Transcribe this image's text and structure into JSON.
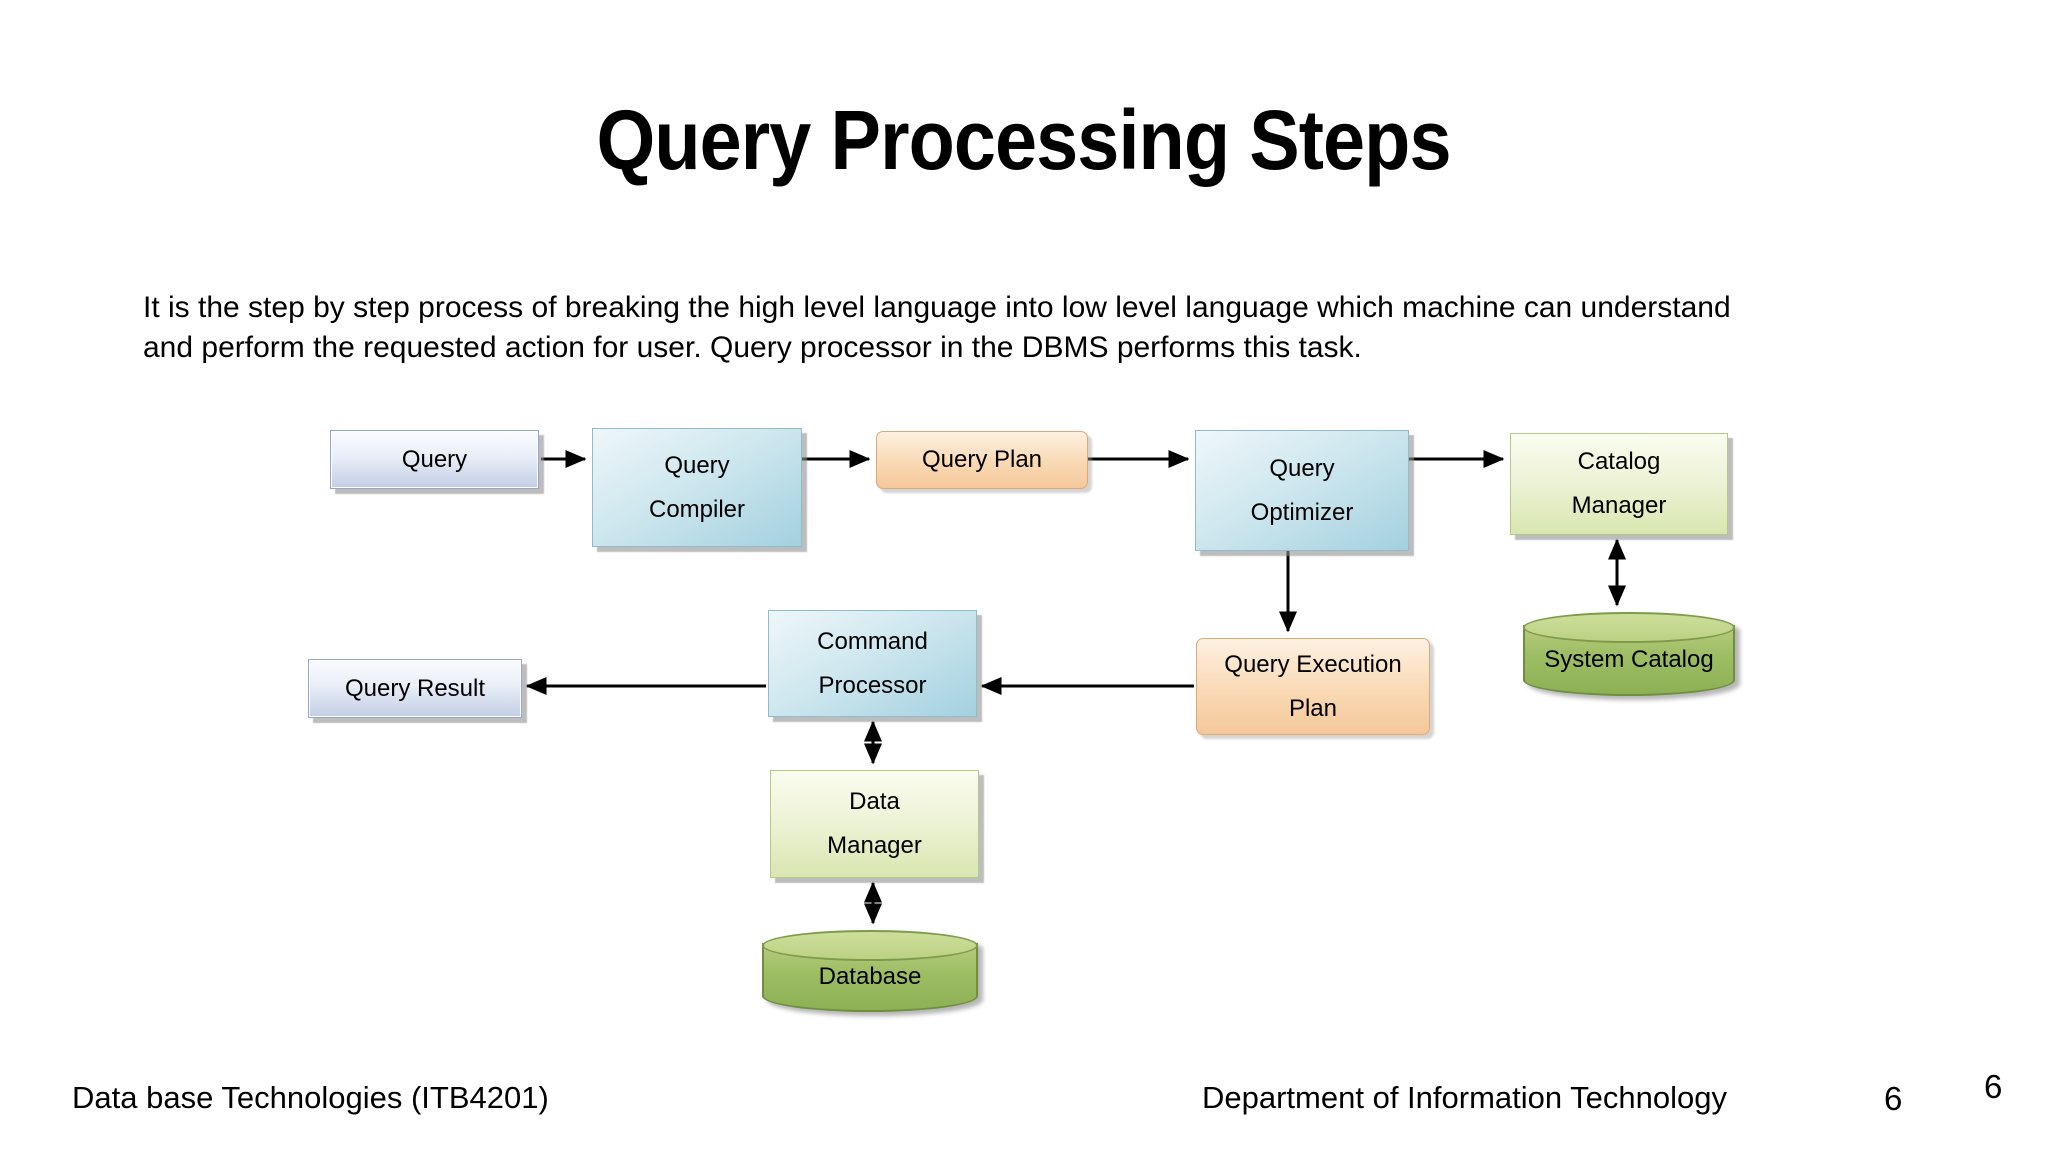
{
  "slide": {
    "title": "Query Processing Steps",
    "description_line1": "It is the step by step process of breaking the high level language into low level language which machine can understand",
    "description_line2": "and perform the requested action for user. Query processor in the DBMS performs this task.",
    "footer": {
      "course": "Data base Technologies (ITB4201)",
      "department": "Department of Information Technology",
      "page_number": "6",
      "page_number_duplicate": "6"
    }
  },
  "diagram": {
    "nodes": [
      {
        "id": "query",
        "label": "Query",
        "shape": "box",
        "color_style": "blue"
      },
      {
        "id": "query-compiler",
        "label": "Query Compiler",
        "shape": "box",
        "color_style": "teal"
      },
      {
        "id": "query-plan",
        "label": "Query Plan",
        "shape": "box",
        "color_style": "orange"
      },
      {
        "id": "query-optimizer",
        "label": "Query Optimizer",
        "shape": "box",
        "color_style": "teal"
      },
      {
        "id": "catalog-manager",
        "label": "Catalog Manager",
        "shape": "box",
        "color_style": "green"
      },
      {
        "id": "system-catalog",
        "label": "System Catalog",
        "shape": "cylinder",
        "color_style": "green-dark"
      },
      {
        "id": "query-result",
        "label": "Query Result",
        "shape": "box",
        "color_style": "blue"
      },
      {
        "id": "command-processor",
        "label": "Command Processor",
        "shape": "box",
        "color_style": "teal"
      },
      {
        "id": "query-execution-plan",
        "label": "Query Execution Plan",
        "shape": "box",
        "color_style": "orange"
      },
      {
        "id": "data-manager",
        "label": "Data Manager",
        "shape": "box",
        "color_style": "green"
      },
      {
        "id": "database",
        "label": "Database",
        "shape": "cylinder",
        "color_style": "green-dark"
      }
    ],
    "edges": [
      {
        "from": "query",
        "to": "query-compiler",
        "style": "arrow"
      },
      {
        "from": "query-compiler",
        "to": "query-plan",
        "style": "arrow"
      },
      {
        "from": "query-plan",
        "to": "query-optimizer",
        "style": "arrow"
      },
      {
        "from": "query-optimizer",
        "to": "catalog-manager",
        "style": "arrow"
      },
      {
        "from": "catalog-manager",
        "to": "system-catalog",
        "style": "double-arrow"
      },
      {
        "from": "query-optimizer",
        "to": "query-execution-plan",
        "style": "arrow"
      },
      {
        "from": "query-execution-plan",
        "to": "command-processor",
        "style": "arrow"
      },
      {
        "from": "command-processor",
        "to": "query-result",
        "style": "arrow"
      },
      {
        "from": "command-processor",
        "to": "data-manager",
        "style": "double-arrow"
      },
      {
        "from": "data-manager",
        "to": "database",
        "style": "double-arrow"
      }
    ],
    "colors": {
      "box_blue_border": "#93a7cb",
      "box_blue_fill_bottom": "#c3cfe6",
      "box_teal_border": "#8fbccb",
      "box_teal_fill_bottom": "#a3d1df",
      "box_orange_border": "#dfa878",
      "box_orange_fill_bottom": "#f5c89b",
      "box_green_border": "#b6c78c",
      "box_green_fill_bottom": "#d9e6b0",
      "cylinder_fill": "#9dbd63",
      "cylinder_border": "#6f8f3f",
      "arrow_color": "#000000",
      "text_color": "#000000"
    }
  }
}
